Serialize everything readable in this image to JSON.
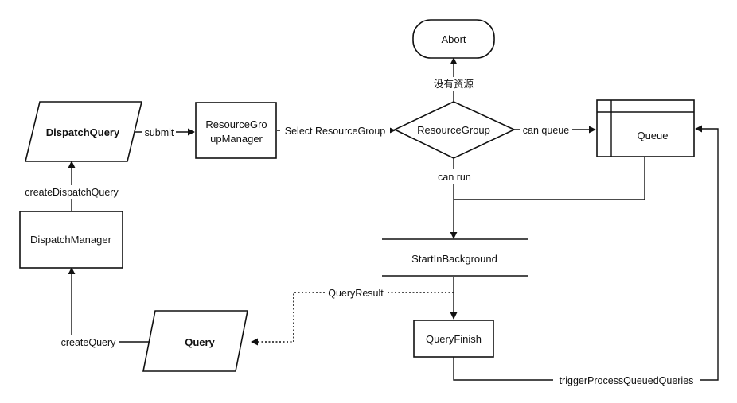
{
  "nodes": {
    "abort": "Abort",
    "dispatch_query": "DispatchQuery",
    "resource_group_manager_line1": "ResourceGro",
    "resource_group_manager_line2": "upManager",
    "resource_group": "ResourceGroup",
    "queue": "Queue",
    "dispatch_manager": "DispatchManager",
    "start_in_background": "StartInBackground",
    "query_finish": "QueryFinish",
    "query": "Query"
  },
  "edges": {
    "no_resource": "没有资源",
    "submit": "submit",
    "select_resource_group": "Select ResourceGroup",
    "can_queue": "can queue",
    "can_run": "can run",
    "create_dispatch_query": "createDispatchQuery",
    "query_result": "QueryResult",
    "create_query": "createQuery",
    "trigger_process_queued_queries": "triggerProcessQueuedQueries"
  }
}
